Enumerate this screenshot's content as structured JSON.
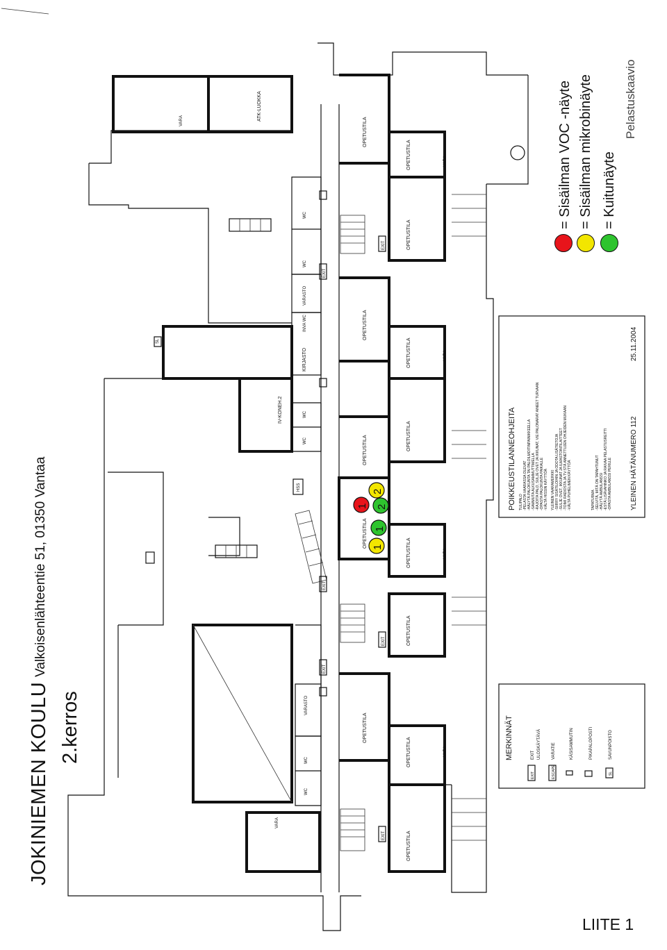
{
  "title": {
    "school": "JOKINIEMEN KOULU",
    "address": "Valkoisenlähteentie 51, 01350 Vantaa",
    "floor": "2.kerros"
  },
  "rooms": {
    "atk": "ATK-LUOKKA",
    "varasto": "VARASTO",
    "wc": "WC",
    "inva_wc": "INVA WC",
    "kirjasto": "KIRJASTO",
    "iv_koneh": "IV-KONEH.2",
    "opetustila": "OPETUSTILA",
    "vara": "VARA",
    "exit": "EXIT",
    "sl": "SL",
    "hss": "HSS"
  },
  "samples": [
    {
      "type": "voc",
      "number": "1",
      "color": "#e8141b"
    },
    {
      "type": "mikrobi",
      "number": "2",
      "color": "#f2e600"
    },
    {
      "type": "kuitu",
      "number": "2",
      "color": "#2ec42e"
    },
    {
      "type": "kuitu",
      "number": "1",
      "color": "#2ec42e"
    },
    {
      "type": "mikrobi",
      "number": "1",
      "color": "#f2e600"
    }
  ],
  "legend": {
    "items": [
      {
        "label": "= Sisäilman VOC -näyte",
        "color": "#e8141b"
      },
      {
        "label": "= Sisäilman mikrobinäyte",
        "color": "#f2e600"
      },
      {
        "label": "= Kuitunäyte",
        "color": "#2ec42e"
      }
    ],
    "caption": "Pelastuskaavio"
  },
  "merkinnat": {
    "title": "MERKINNÄT",
    "items": [
      {
        "icon": "EXIT",
        "label": "EXIT"
      },
      {
        "icon": "",
        "label": "ULOSKÄYTÄVÄ"
      },
      {
        "icon": "ESCAPE",
        "label": "VARATIE"
      },
      {
        "icon": "",
        "label": "KÄSISAMMUTIN"
      },
      {
        "icon": "",
        "label": "PIKAPALOPOSTI"
      },
      {
        "icon": "SL",
        "label": "SAVUNPOISTO"
      }
    ]
  },
  "poikkeus": {
    "title": "POIKKEUSTILANNEOHJEITA",
    "sections": [
      {
        "heading": "TULIPALO",
        "lines": [
          "-PELASTA VAARASSA OLEVAT",
          "-HÄLYTÄ PALOKUNTA TAI PALOILMOITINPAINIKKEELLA",
          "-SAMMUTA ALKUSAMMUTTIMELLA",
          "-RAJOITA PALO, SULJE OVET JA IKKUNAT, VIE PALONARAT AINEET TURVAAN",
          "-OPASTA PALOKUNTA PAIKALLE",
          "-VÄLTÄ HISSIN KÄYTTÖÄ"
        ]
      },
      {
        "heading": "YLEINEN VAARAMERKKI",
        "lines": [
          "-SIIRRY SISÄTILOIHIN JA ODOTA LISÄTIETOJA",
          "-SULJE OVET, IKKUNAT JA ILMASTOINTILAITTEET",
          "-TOIMI RADIOSTA JA TV:STÄ ANNETTUJEN OHJEIDEN MUKAAN",
          "-VÄLTÄ PUHELIMEN KÄYTTÖÄ"
        ]
      },
      {
        "heading": "TAPATURMA",
        "lines": [
          "-SELVITÄ, MITÄ ON TAPAHTUNUT",
          "-HÄLYTÄ AMBULANSSI",
          "-ESTÄ LISÄVAHINKO JA RAIVAA PELASTUSREITTI",
          "-OPASTA AMBULANSSI PERILLE"
        ]
      }
    ],
    "emergency": "YLEINEN HÄTÄNUMERO  112",
    "date": "25.11.2004"
  },
  "annex": "LIITE 1"
}
